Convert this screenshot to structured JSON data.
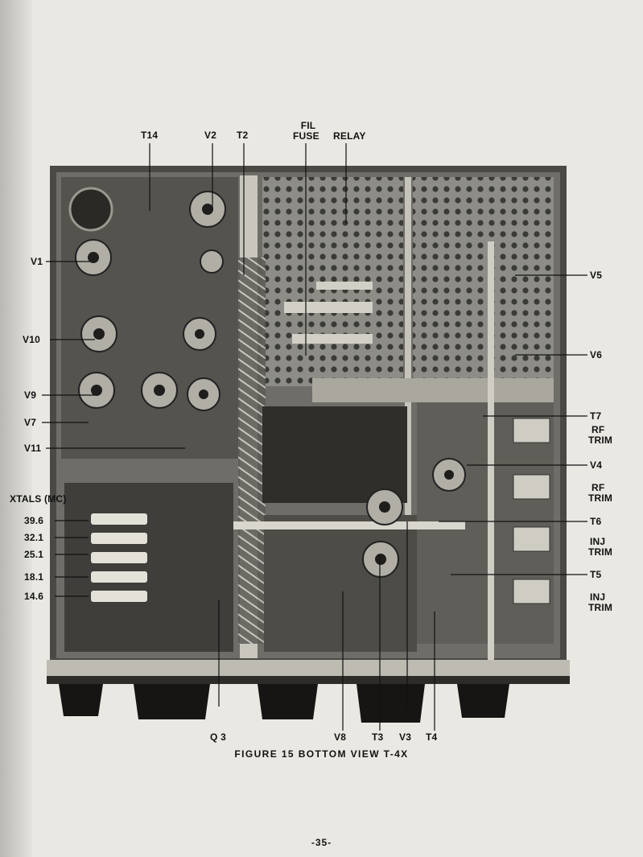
{
  "labels": {
    "t14": "T14",
    "v2": "V2",
    "t2": "T2",
    "fil_fuse_1": "FIL",
    "fil_fuse_2": "FUSE",
    "relay": "RELAY",
    "v1": "V1",
    "v10": "V10",
    "v9": "V9",
    "v7": "V7",
    "v11": "V11",
    "xtals": "XTALS (MC)",
    "xtal_1": "39.6",
    "xtal_2": "32.1",
    "xtal_3": "25.1",
    "xtal_4": "18.1",
    "xtal_5": "14.6",
    "v5": "V5",
    "v6": "V6",
    "t7": "T7",
    "rf_trim_a_1": "RF",
    "rf_trim_a_2": "TRIM",
    "v4": "V4",
    "rf_trim_b_1": "RF",
    "rf_trim_b_2": "TRIM",
    "t6": "T6",
    "inj_trim_a_1": "INJ",
    "inj_trim_a_2": "TRIM",
    "t5": "T5",
    "inj_trim_b_1": "INJ",
    "inj_trim_b_2": "TRIM",
    "q3": "Q 3",
    "v8": "V8",
    "t3": "T3",
    "v3": "V3",
    "t4": "T4"
  },
  "caption": "FIGURE 15 BOTTOM VIEW T-4X",
  "page_number": "-35-"
}
